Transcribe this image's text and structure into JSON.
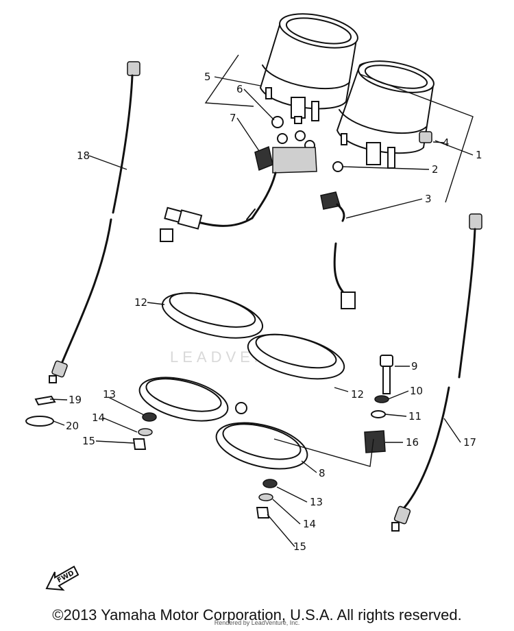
{
  "callouts": {
    "c1": "1",
    "c2": "2",
    "c3": "3",
    "c4": "4",
    "c5": "5",
    "c6": "6",
    "c7": "7",
    "c8": "8",
    "c9": "9",
    "c10": "10",
    "c11": "11",
    "c12a": "12",
    "c12b": "12",
    "c13a": "13",
    "c13b": "13",
    "c14a": "14",
    "c14b": "14",
    "c15a": "15",
    "c15b": "15",
    "c16": "16",
    "c17": "17",
    "c18": "18",
    "c19": "19",
    "c20": "20"
  },
  "fwd_label": "FWD",
  "watermark": "LEADVENTURE",
  "footer": {
    "copyright": "©2013 Yamaha Motor Corporation, U.S.A. All rights reserved.",
    "rendered_by": "Rendered by LeadVenture, Inc."
  }
}
